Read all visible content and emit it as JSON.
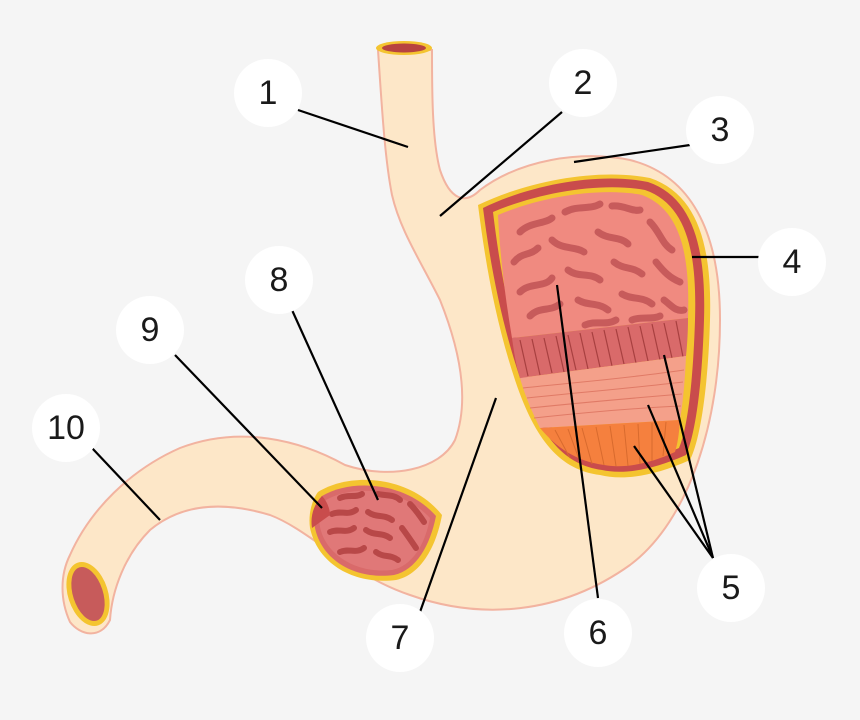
{
  "diagram": {
    "colors": {
      "background": "#f5f5f5",
      "stomach_fill": "#fde7c8",
      "stomach_outline": "#f2b3a0",
      "mucosa": "#f08a80",
      "rugae": "#c75b5b",
      "yellow_border": "#f4c430",
      "submucosa": "#d96a6a",
      "oblique_muscle": "#f4a08a",
      "longitudinal_muscle": "#f5803e",
      "serosa_red": "#c94c4c"
    },
    "callouts": [
      {
        "id": "1",
        "label": "1"
      },
      {
        "id": "2",
        "label": "2"
      },
      {
        "id": "3",
        "label": "3"
      },
      {
        "id": "4",
        "label": "4"
      },
      {
        "id": "5",
        "label": "5"
      },
      {
        "id": "6",
        "label": "6"
      },
      {
        "id": "7",
        "label": "7"
      },
      {
        "id": "8",
        "label": "8"
      },
      {
        "id": "9",
        "label": "9"
      },
      {
        "id": "10",
        "label": "10"
      }
    ]
  }
}
